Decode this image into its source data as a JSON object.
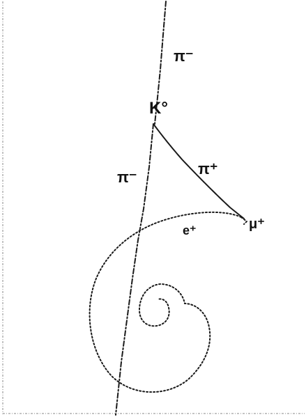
{
  "labels": {
    "pi_minus_top": "π⁻",
    "k_zero": "K°",
    "pi_minus_left": "π⁻",
    "pi_plus": "π⁺",
    "mu_plus": "μ⁺",
    "e_plus": "e⁺"
  }
}
